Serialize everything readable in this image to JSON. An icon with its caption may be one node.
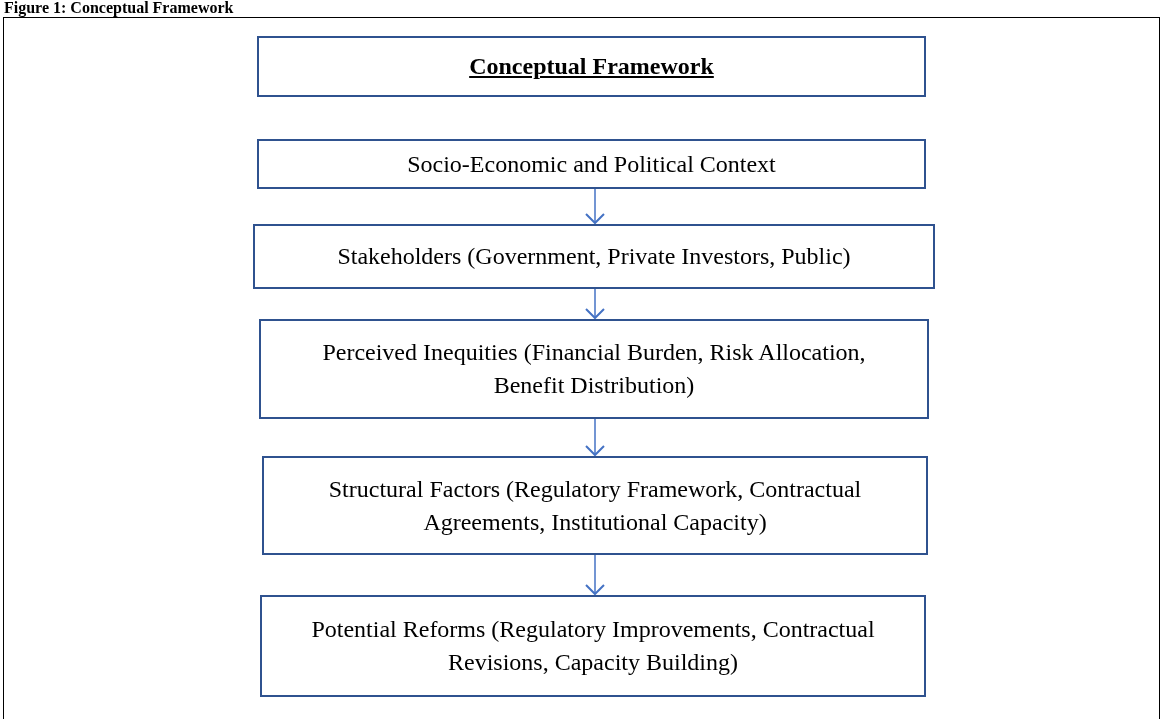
{
  "diagram": {
    "title": "Figure 1: Conceptual Framework",
    "nodes": [
      {
        "text": [
          "Conceptual Framework"
        ]
      },
      {
        "text": [
          "Socio-Economic and Political Context"
        ]
      },
      {
        "text": [
          "Stakeholders (Government, Private Investors, Public)"
        ]
      },
      {
        "text": [
          "Perceived Inequities (Financial Burden, Risk Allocation, Benefit Distribution)"
        ]
      },
      {
        "text": [
          "Structural Factors (Regulatory Framework, Contractual Agreements, Institutional Capacity)"
        ]
      },
      {
        "text": [
          "Potential Reforms (Regulatory Improvements, Contractual Revisions, Capacity Building)"
        ]
      }
    ],
    "edges": [
      {
        "from": 1,
        "to": 2,
        "arrow": "to"
      },
      {
        "from": 2,
        "to": 3,
        "arrow": "to"
      },
      {
        "from": 3,
        "to": 4,
        "arrow": "to"
      },
      {
        "from": 4,
        "to": 5,
        "arrow": "to"
      }
    ]
  }
}
